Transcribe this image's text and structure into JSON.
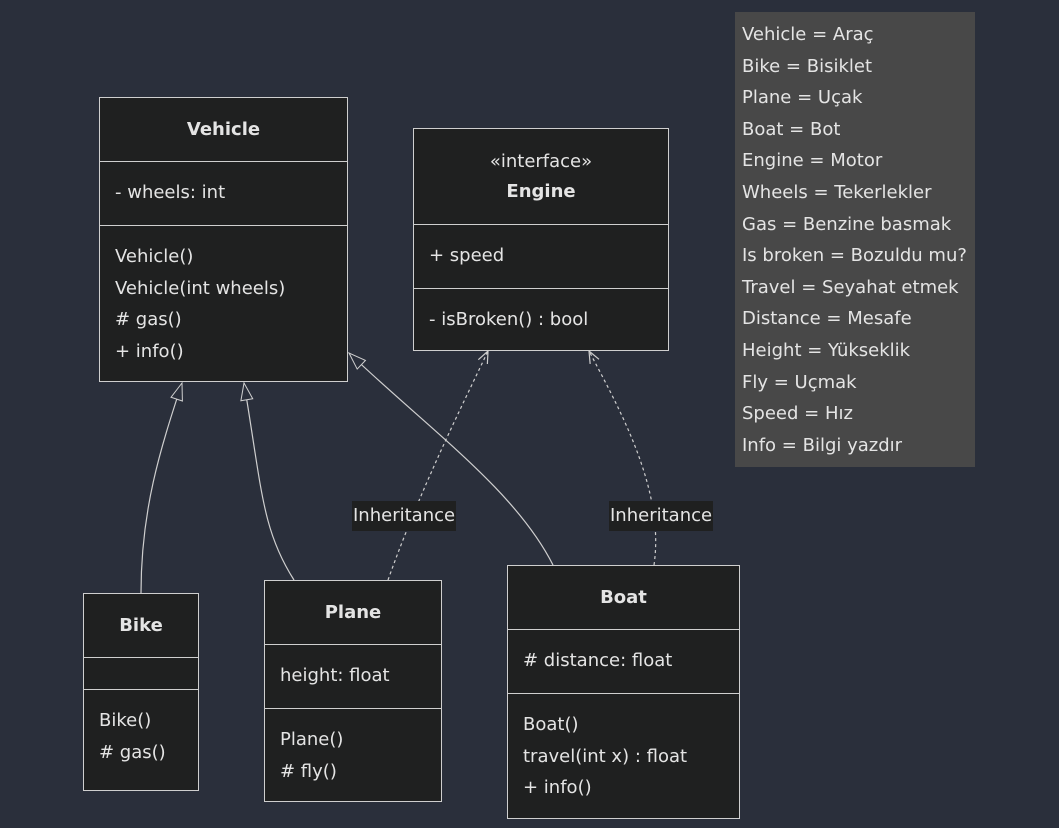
{
  "classes": {
    "vehicle": {
      "name": "Vehicle",
      "attributes": [
        "- wheels: int"
      ],
      "methods": [
        "Vehicle()",
        "Vehicle(int wheels)",
        "# gas()",
        "+ info()"
      ]
    },
    "engine": {
      "stereotype": "«interface»",
      "name": "Engine",
      "attributes": [
        "+ speed"
      ],
      "methods": [
        "- isBroken() : bool"
      ]
    },
    "bike": {
      "name": "Bike",
      "attributes": [],
      "methods": [
        "Bike()",
        "# gas()"
      ]
    },
    "plane": {
      "name": "Plane",
      "attributes": [
        "height: float"
      ],
      "methods": [
        "Plane()",
        "# fly()"
      ]
    },
    "boat": {
      "name": "Boat",
      "attributes": [
        "# distance: float"
      ],
      "methods": [
        "Boat()",
        "travel(int x) : float",
        "+ info()"
      ]
    }
  },
  "relations": {
    "plane_engine_label": "Inheritance",
    "boat_engine_label": "Inheritance"
  },
  "colors": {
    "background": "#2a2f3b",
    "class_fill": "#1f2020",
    "class_border": "#cfcfcf",
    "note_fill": "#484848",
    "text": "#e4e4e4"
  },
  "legend": [
    "Vehicle = Araç",
    "Bike = Bisiklet",
    "Plane = Uçak",
    "Boat = Bot",
    "Engine = Motor",
    "Wheels = Tekerlekler",
    "Gas = Benzine basmak",
    "Is broken = Bozuldu mu?",
    "Travel = Seyahat etmek",
    "Distance = Mesafe",
    "Height = Yükseklik",
    "Fly = Uçmak",
    "Speed = Hız",
    "Info = Bilgi yazdır"
  ]
}
